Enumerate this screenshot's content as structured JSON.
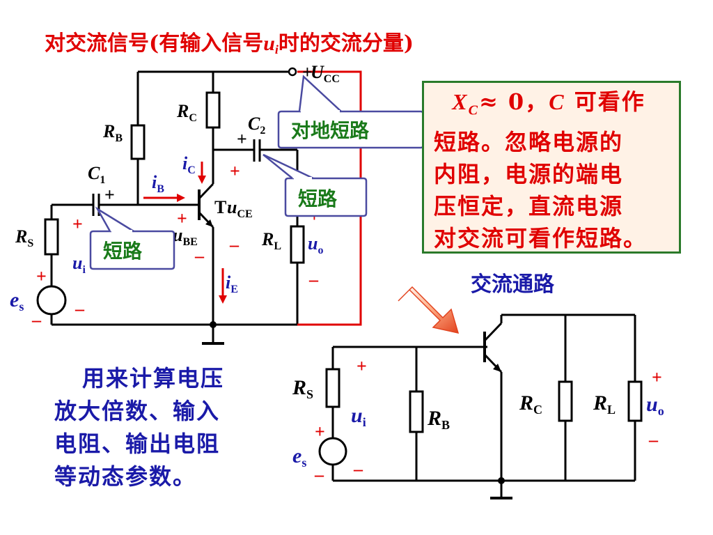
{
  "title": {
    "before": "对交流信号(有输入信号",
    "var": "u",
    "var_sub": "i",
    "after": "时的交流分量)"
  },
  "labels": {
    "ucc": "U",
    "ucc_sub": "CC",
    "rc": "R",
    "rc_sub": "C",
    "rb": "R",
    "rb_sub": "B",
    "c1": "C",
    "c1_sub": "1",
    "c2": "C",
    "c2_sub": "2",
    "ic": "i",
    "ic_sub": "C",
    "ib": "i",
    "ib_sub": "B",
    "ie": "i",
    "ie_sub": "E",
    "t": "T",
    "uce": "u",
    "uce_sub": "CE",
    "ube": "u",
    "ube_sub": "BE",
    "rs": "R",
    "rs_sub": "S",
    "rl": "R",
    "rl_sub": "L",
    "ui": "u",
    "ui_sub": "i",
    "uo": "u",
    "uo_sub": "o",
    "es": "e",
    "es_sub": "s",
    "plus": "+",
    "minus": "–"
  },
  "callouts": {
    "ground_short": "对地短路",
    "c2_short": "短路",
    "c1_short": "短路"
  },
  "note": {
    "xc": "X",
    "xc_sub": "C",
    "approx": "≈ 0，",
    "c": "C",
    "line1_rest": "可看作",
    "line2": "短路。忽略电源的",
    "line3": "内阻，电源的端电",
    "line4": "压恒定，直流电源",
    "line5": "对交流可看作短路。"
  },
  "ac_path_title": "交流通路",
  "summary": [
    "用来计算电压",
    "放大倍数、输入",
    "电阻、输出电阻",
    "等动态参数。"
  ],
  "ac_labels": {
    "rs": "R",
    "rs_sub": "S",
    "rb": "R",
    "rb_sub": "B",
    "rc": "R",
    "rc_sub": "C",
    "rl": "R",
    "rl_sub": "L",
    "ui": "u",
    "ui_sub": "i",
    "uo": "u",
    "uo_sub": "o",
    "es": "e",
    "es_sub": "s",
    "plus": "+",
    "minus": "–"
  },
  "colors": {
    "red": "#e00000",
    "blue_text": "#1a1aa8",
    "callout_border": "#4a4aa0",
    "note_border": "#2a7a2a",
    "note_bg": "#fff2e6"
  }
}
